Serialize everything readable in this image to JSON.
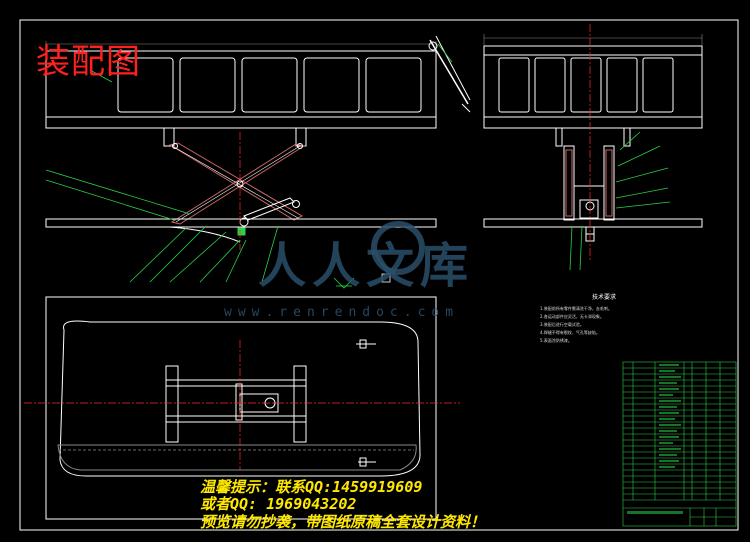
{
  "drawing": {
    "title": "装配图",
    "watermark_text": "人人文库",
    "watermark_url": "www.renrendoc.com",
    "notes_title": "技术要求",
    "notes": [
      "1.装配前所有零件需清洗干净，去毛刺。",
      "2.各运动部件应灵活，无卡滞现象。",
      "3.装配后进行空载试验。",
      "4.焊缝不得有裂纹、气孔等缺陷。",
      "5.表面涂防锈漆。"
    ]
  },
  "notice": {
    "line1": "温馨提示：联系QQ:1459919609",
    "line2": "或者QQ: 1969043202",
    "line3": "预览请勿抄袭，带图纸原稿全套设计资料！"
  },
  "colors": {
    "background": "#000000",
    "outline": "#ffffff",
    "leader": "#2ad14a",
    "centerline": "#ff2a2a",
    "accent": "#ff00ff",
    "notice": "#ffe800",
    "watermark": "#2a4f6a"
  }
}
